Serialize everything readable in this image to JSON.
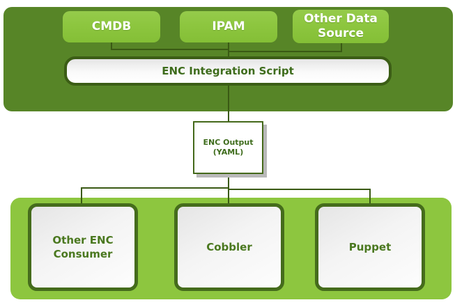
{
  "colors": {
    "top_container_green": "#578527",
    "light_green": "#8dc63f",
    "box_border_green": "#456c1c",
    "connector_line_green": "#3a5a14",
    "text_dark_green": "#3e6c1c",
    "text_white": "#ffffff",
    "box_fill_light": "#f4f4f4",
    "output_shadow_gray": "#b9b9b9"
  },
  "sources": [
    {
      "label": "CMDB"
    },
    {
      "label": "IPAM"
    },
    {
      "label": "Other Data Source"
    }
  ],
  "integration_script": {
    "label": "ENC Integration Script"
  },
  "enc_output": {
    "line1": "ENC Output",
    "line2": "(YAML)"
  },
  "consumers": [
    {
      "label": "Other ENC Consumer"
    },
    {
      "label": "Cobbler"
    },
    {
      "label": "Puppet"
    }
  ]
}
